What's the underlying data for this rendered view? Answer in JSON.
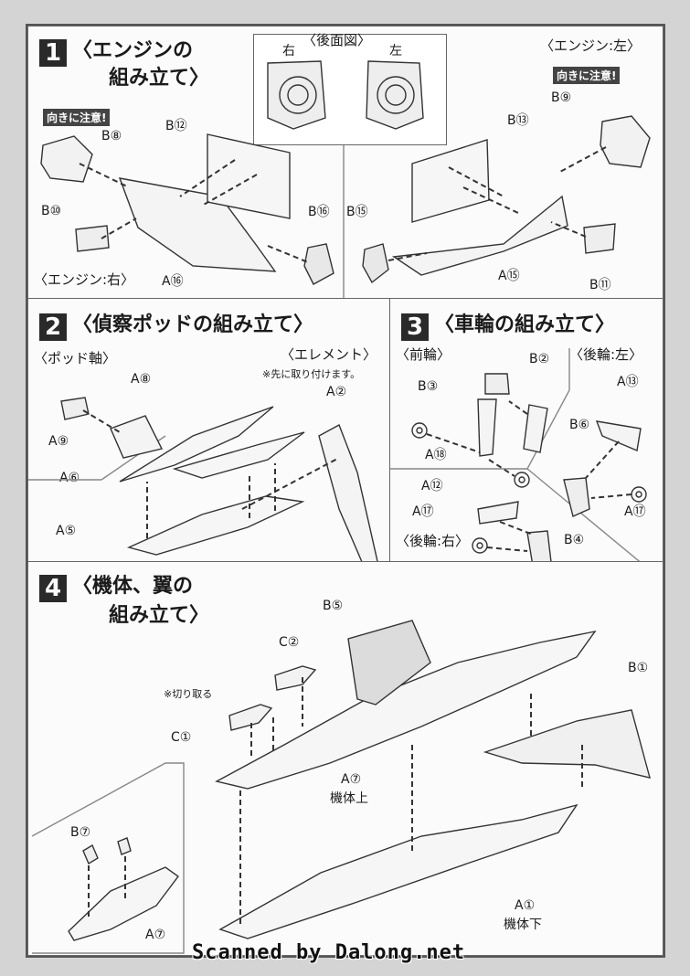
{
  "step1": {
    "number": "1",
    "title_line1": "〈エンジンの",
    "title_line2": "組み立て〉",
    "rear_view": "〈後面図〉",
    "rear_right": "右",
    "rear_left": "左",
    "engine_left": "〈エンジン:左〉",
    "engine_right": "〈エンジン:右〉",
    "warn_left": "向きに注意!",
    "warn_right": "向きに注意!",
    "labels": [
      "B⑧",
      "B⑫",
      "B⑩",
      "B⑯",
      "A⑯",
      "B⑨",
      "B⑬",
      "B⑮",
      "A⑮",
      "B⑪"
    ]
  },
  "step2": {
    "number": "2",
    "title": "〈偵察ポッドの組み立て〉",
    "pod_axis": "〈ポッド軸〉",
    "element": "〈エレメント〉",
    "element_note": "※先に取り付けます。",
    "labels": [
      "A⑧",
      "A⑨",
      "A②",
      "A⑥",
      "A⑤"
    ]
  },
  "step3": {
    "number": "3",
    "title": "〈車輪の組み立て〉",
    "front_wheel": "〈前輪〉",
    "rear_left": "〈後輪:左〉",
    "rear_right": "〈後輪:右〉",
    "labels": [
      "B②",
      "B③",
      "A⑬",
      "B⑥",
      "A⑱",
      "A⑫",
      "A⑰",
      "A⑰",
      "B④"
    ]
  },
  "step4": {
    "number": "4",
    "title_line1": "〈機体、翼の",
    "title_line2": "組み立て〉",
    "cut_note": "※切り取る",
    "labels": [
      "B⑤",
      "C②",
      "B①",
      "C①",
      "A⑦",
      "B⑦",
      "A①",
      "A⑦"
    ],
    "upper_body": "機体上",
    "lower_body": "機体下"
  },
  "footer": "Scanned by Dalong.net"
}
